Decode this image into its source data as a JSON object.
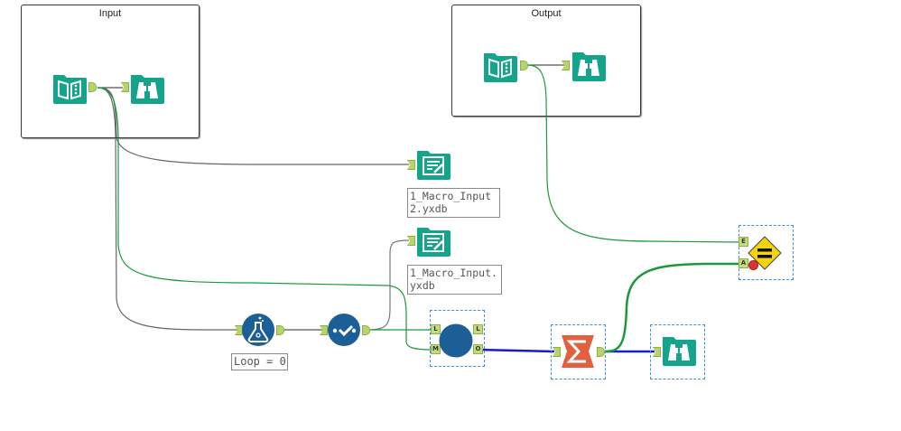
{
  "containers": [
    {
      "id": "input",
      "title": "Input"
    },
    {
      "id": "output",
      "title": "Output"
    }
  ],
  "tools": {
    "input_macro_input": {
      "type": "macro-input",
      "icon": "book-icon",
      "color": "#14a38b"
    },
    "input_browse": {
      "type": "browse",
      "icon": "binoculars-icon",
      "color": "#14a38b"
    },
    "output_macro_input": {
      "type": "macro-input",
      "icon": "book-icon",
      "color": "#14a38b"
    },
    "output_browse": {
      "type": "browse",
      "icon": "binoculars-icon",
      "color": "#14a38b"
    },
    "output_file_2": {
      "type": "output-data",
      "icon": "document-write-icon",
      "color": "#14a38b",
      "annotation": "1_Macro_Input\n2.yxdb"
    },
    "output_file_1": {
      "type": "output-data",
      "icon": "document-write-icon",
      "color": "#14a38b",
      "annotation": "1_Macro_Input.\nyxdb"
    },
    "test_tool": {
      "type": "formula-test",
      "icon": "flask-icon",
      "color": "#1c5f96",
      "annotation": "Loop = 0"
    },
    "check_tool": {
      "type": "check",
      "icon": "check-dots-icon",
      "color": "#1c5f96"
    },
    "macro_tool": {
      "type": "macro",
      "icon": "circle-icon",
      "color": "#1c5f96",
      "anchors_in": [
        "L",
        "M"
      ],
      "anchors_out": [
        "L",
        "O"
      ]
    },
    "summarize_tool": {
      "type": "summarize",
      "icon": "sigma-icon",
      "color": "#e0603f"
    },
    "final_browse": {
      "type": "browse",
      "icon": "binoculars-icon",
      "color": "#14a38b"
    },
    "compare_tool": {
      "type": "test-equal",
      "icon": "equals-diamond-icon",
      "color": "#f5d40a",
      "anchors_in": [
        "E",
        "A"
      ],
      "error_badge": true
    }
  },
  "colors": {
    "connection_gray": "#5a5a5a",
    "connection_green": "#1a9a3a",
    "connection_blue": "#1b1bd6",
    "anchor": "#b5d56a",
    "selection": "#3d8fe0"
  }
}
